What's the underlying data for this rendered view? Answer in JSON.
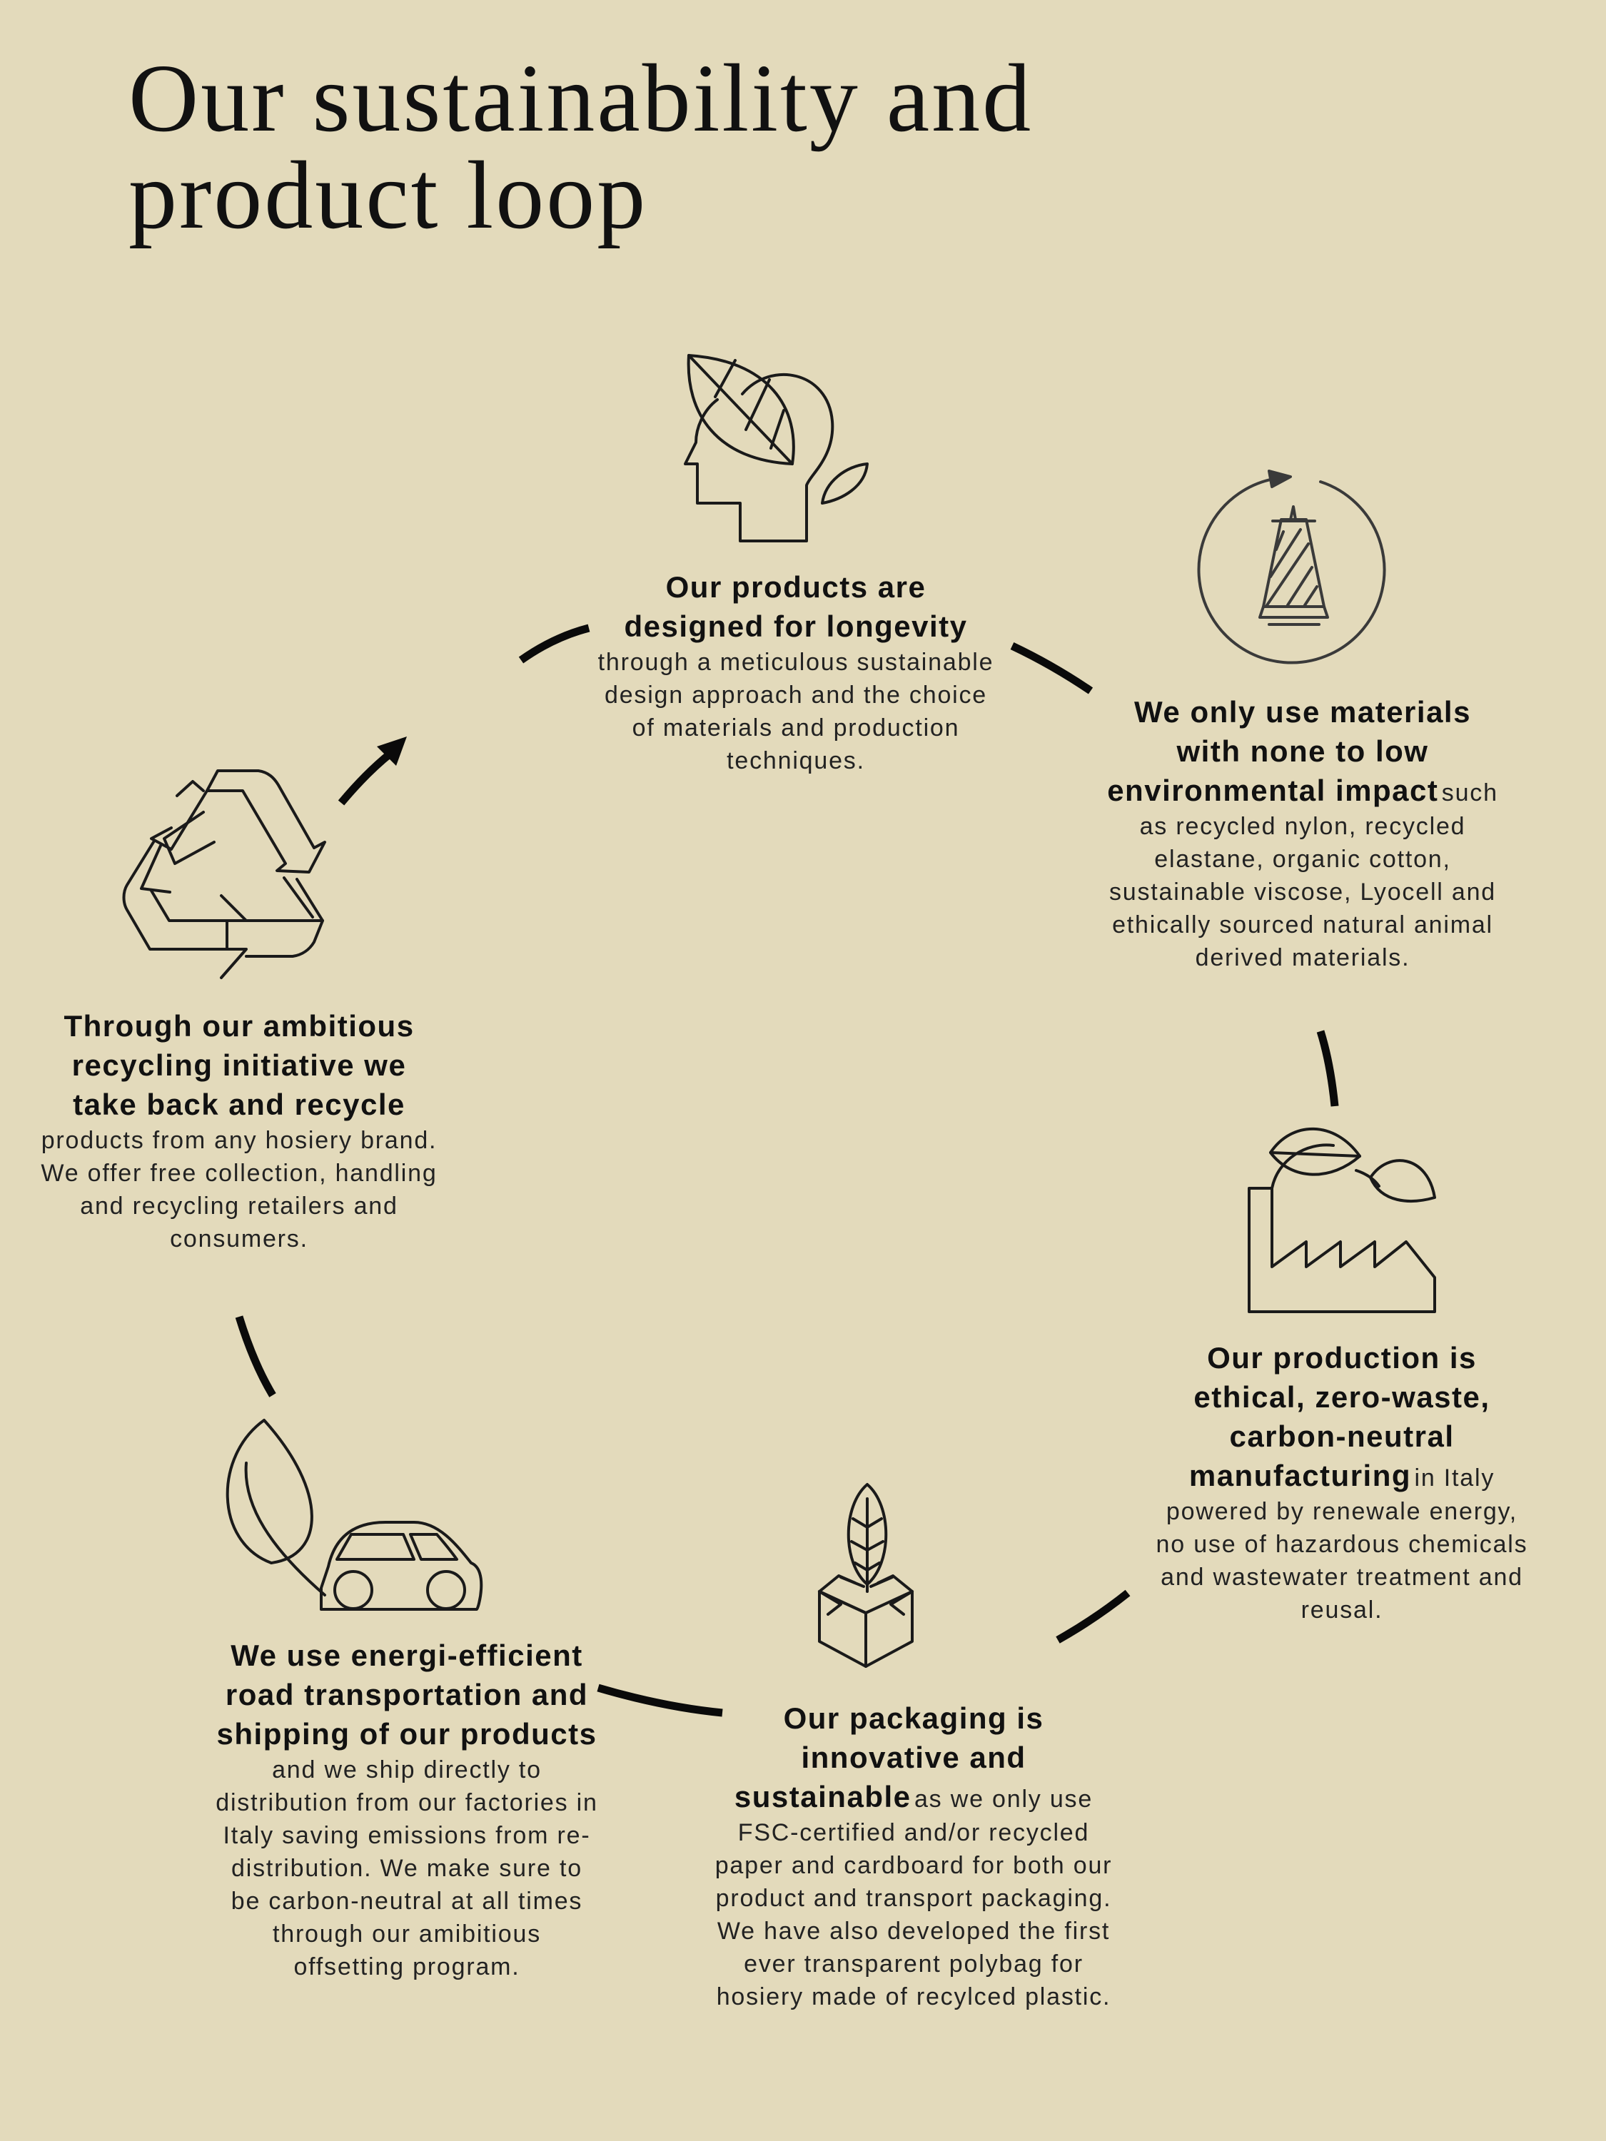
{
  "title": {
    "line1": "Our sustainability and",
    "line2": "product loop"
  },
  "steps": {
    "design": {
      "icon": "head-leaf-icon",
      "heading": "Our products are designed for longevity",
      "text": "through a meticulous sustainable design approach and the choice of materials and production techniques."
    },
    "materials": {
      "icon": "thread-spool-cycle-icon",
      "heading": "We only use materials with none to low environmental impact",
      "text": "such as recycled nylon, recycled elastane, organic cotton, sustainable viscose, Lyocell and ethically sourced natural animal derived materials."
    },
    "production": {
      "icon": "factory-leaf-icon",
      "heading": "Our production is ethical, zero-waste, carbon-neutral manufacturing",
      "text": "in Italy powered by renewale energy, no use of hazardous chemicals and wastewater treatment and  reusal."
    },
    "packaging": {
      "icon": "box-leaf-icon",
      "heading": "Our packaging is innovative and sustainable",
      "text": "as we only use FSC-certified and/or recycled paper and cardboard for both our product and transport packaging. We have also developed the first ever transparent polybag for hosiery made of recylced plastic."
    },
    "transport": {
      "icon": "car-leaf-icon",
      "heading": "We use energi-efficient road transportation and shipping of our products",
      "text": "and we ship directly to distribution from our factories in Italy saving emissions from re-distribution. We make sure to be carbon-neutral at all times through our amibitious offsetting program."
    },
    "recycling": {
      "icon": "recycle-icon",
      "heading": "Through our ambitious recycling initiative we take back and recycle",
      "text": "products from any hosiery brand. We offer free collection, handling and recycling  retailers and consumers."
    }
  },
  "colors": {
    "background": "#e3dabb",
    "ink": "#111111"
  }
}
